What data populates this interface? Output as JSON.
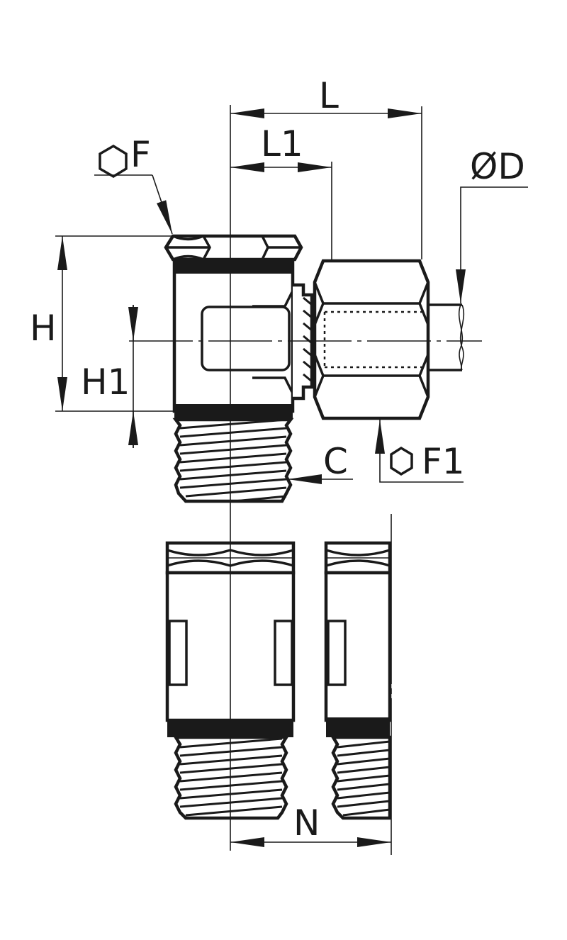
{
  "labels": {
    "L": "L",
    "L1": "L1",
    "D": "ØD",
    "F": "F",
    "F1": "F1",
    "H": "H",
    "H1": "H1",
    "C": "C",
    "N": "N"
  },
  "icons": {
    "hex_symbol": "hexagon-icon"
  }
}
